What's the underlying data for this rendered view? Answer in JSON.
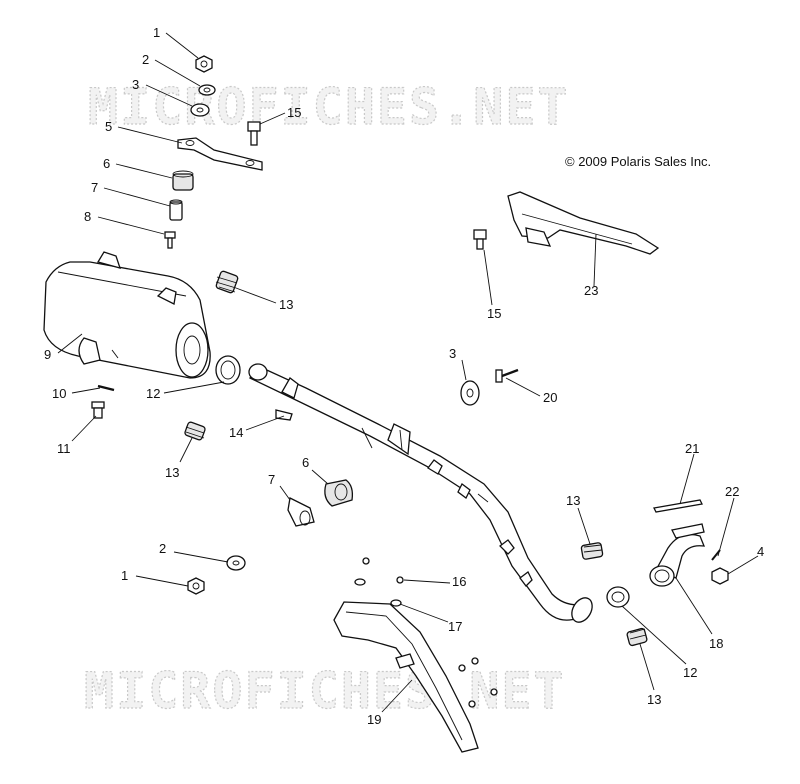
{
  "copyright": "© 2009 Polaris Sales Inc.",
  "watermark": "MICROFICHES.NET",
  "callouts": [
    {
      "id": "c1a",
      "label": "1"
    },
    {
      "id": "c2a",
      "label": "2"
    },
    {
      "id": "c3a",
      "label": "3"
    },
    {
      "id": "c15a",
      "label": "15"
    },
    {
      "id": "c5",
      "label": "5"
    },
    {
      "id": "c6a",
      "label": "6"
    },
    {
      "id": "c7a",
      "label": "7"
    },
    {
      "id": "c8",
      "label": "8"
    },
    {
      "id": "c13a",
      "label": "13"
    },
    {
      "id": "c9",
      "label": "9"
    },
    {
      "id": "c10",
      "label": "10"
    },
    {
      "id": "c11",
      "label": "11"
    },
    {
      "id": "c12a",
      "label": "12"
    },
    {
      "id": "c13b",
      "label": "13"
    },
    {
      "id": "c14",
      "label": "14"
    },
    {
      "id": "c15b",
      "label": "15"
    },
    {
      "id": "c23",
      "label": "23"
    },
    {
      "id": "c3b",
      "label": "3"
    },
    {
      "id": "c20",
      "label": "20"
    },
    {
      "id": "c6b",
      "label": "6"
    },
    {
      "id": "c7b",
      "label": "7"
    },
    {
      "id": "c21",
      "label": "21"
    },
    {
      "id": "c22",
      "label": "22"
    },
    {
      "id": "c13c",
      "label": "13"
    },
    {
      "id": "c2b",
      "label": "2"
    },
    {
      "id": "c1b",
      "label": "1"
    },
    {
      "id": "c16",
      "label": "16"
    },
    {
      "id": "c17",
      "label": "17"
    },
    {
      "id": "c4",
      "label": "4"
    },
    {
      "id": "c18",
      "label": "18"
    },
    {
      "id": "c12b",
      "label": "12"
    },
    {
      "id": "c13d",
      "label": "13"
    },
    {
      "id": "c19",
      "label": "19"
    }
  ]
}
